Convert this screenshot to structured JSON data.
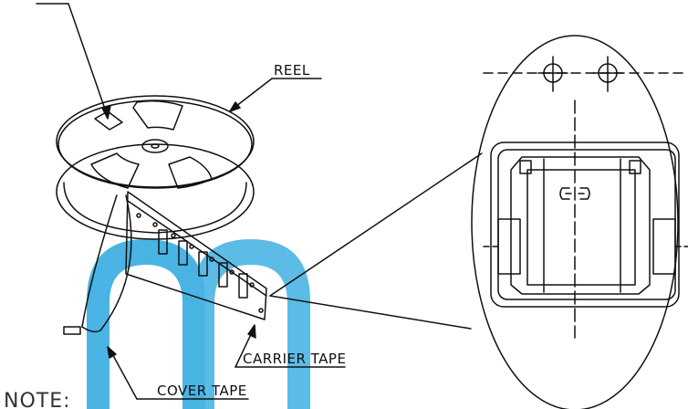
{
  "labels": {
    "reel": "REEL",
    "carrier_tape": "CARRIER TAPE",
    "cover_tape": "COVER TAPE",
    "note": "NOTE:"
  },
  "colors": {
    "line": "#111111",
    "watermark": "#2aa7e0"
  }
}
